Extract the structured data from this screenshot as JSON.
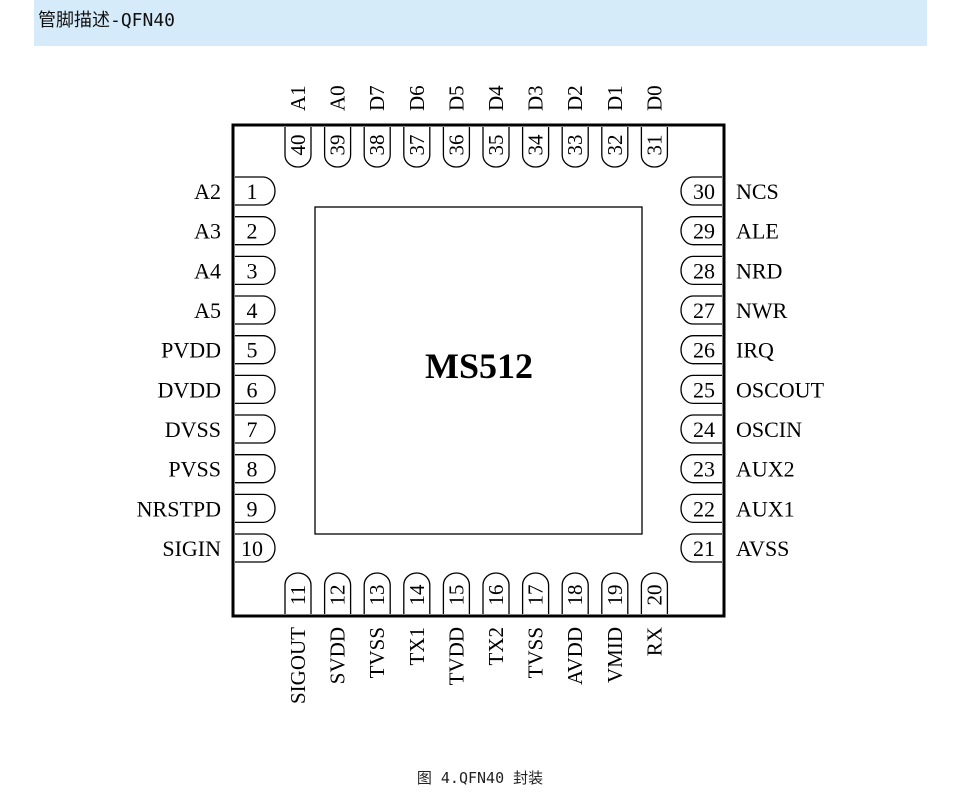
{
  "header": {
    "title": "管脚描述-QFN40"
  },
  "chip": {
    "name": "MS512",
    "pins_left": [
      {
        "num": "1",
        "name": "A2"
      },
      {
        "num": "2",
        "name": "A3"
      },
      {
        "num": "3",
        "name": "A4"
      },
      {
        "num": "4",
        "name": "A5"
      },
      {
        "num": "5",
        "name": "PVDD"
      },
      {
        "num": "6",
        "name": "DVDD"
      },
      {
        "num": "7",
        "name": "DVSS"
      },
      {
        "num": "8",
        "name": "PVSS"
      },
      {
        "num": "9",
        "name": "NRSTPD"
      },
      {
        "num": "10",
        "name": "SIGIN"
      }
    ],
    "pins_bottom": [
      {
        "num": "11",
        "name": "SIGOUT"
      },
      {
        "num": "12",
        "name": "SVDD"
      },
      {
        "num": "13",
        "name": "TVSS"
      },
      {
        "num": "14",
        "name": "TX1"
      },
      {
        "num": "15",
        "name": "TVDD"
      },
      {
        "num": "16",
        "name": "TX2"
      },
      {
        "num": "17",
        "name": "TVSS"
      },
      {
        "num": "18",
        "name": "AVDD"
      },
      {
        "num": "19",
        "name": "VMID"
      },
      {
        "num": "20",
        "name": "RX"
      }
    ],
    "pins_right": [
      {
        "num": "30",
        "name": "NCS"
      },
      {
        "num": "29",
        "name": "ALE"
      },
      {
        "num": "28",
        "name": "NRD"
      },
      {
        "num": "27",
        "name": "NWR"
      },
      {
        "num": "26",
        "name": "IRQ"
      },
      {
        "num": "25",
        "name": "OSCOUT"
      },
      {
        "num": "24",
        "name": "OSCIN"
      },
      {
        "num": "23",
        "name": "AUX2"
      },
      {
        "num": "22",
        "name": "AUX1"
      },
      {
        "num": "21",
        "name": "AVSS"
      }
    ],
    "pins_top": [
      {
        "num": "40",
        "name": "A1"
      },
      {
        "num": "39",
        "name": "A0"
      },
      {
        "num": "38",
        "name": "D7"
      },
      {
        "num": "37",
        "name": "D6"
      },
      {
        "num": "36",
        "name": "D5"
      },
      {
        "num": "35",
        "name": "D4"
      },
      {
        "num": "34",
        "name": "D3"
      },
      {
        "num": "33",
        "name": "D2"
      },
      {
        "num": "32",
        "name": "D1"
      },
      {
        "num": "31",
        "name": "D0"
      }
    ]
  },
  "caption": "图 4.QFN40 封装"
}
